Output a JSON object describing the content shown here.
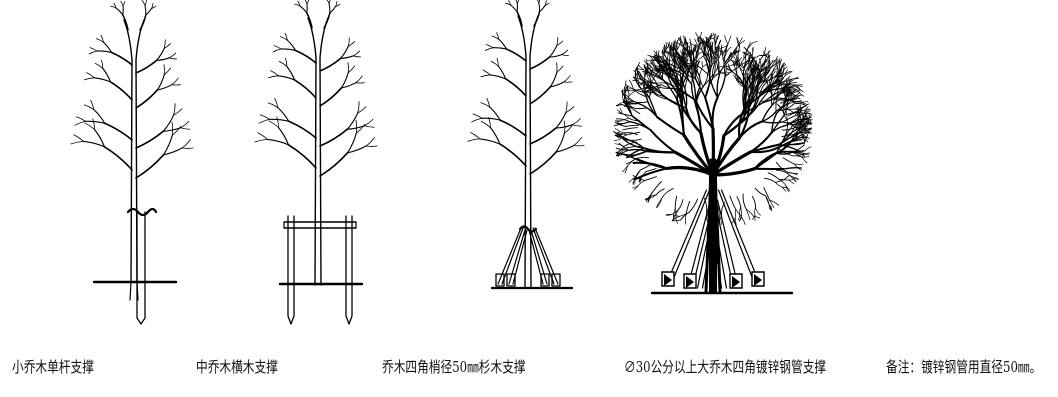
{
  "captions": {
    "single_stake": "小乔木单杆支撑",
    "crossbar": "中乔木横木支撑",
    "four_corner_wood": "乔木四角梢径50㎜杉木支撑",
    "four_corner_steel": "∅30公分以上大乔木四角镀锌钢管支撑",
    "note": "备注：镀锌钢管用直径50㎜。"
  }
}
